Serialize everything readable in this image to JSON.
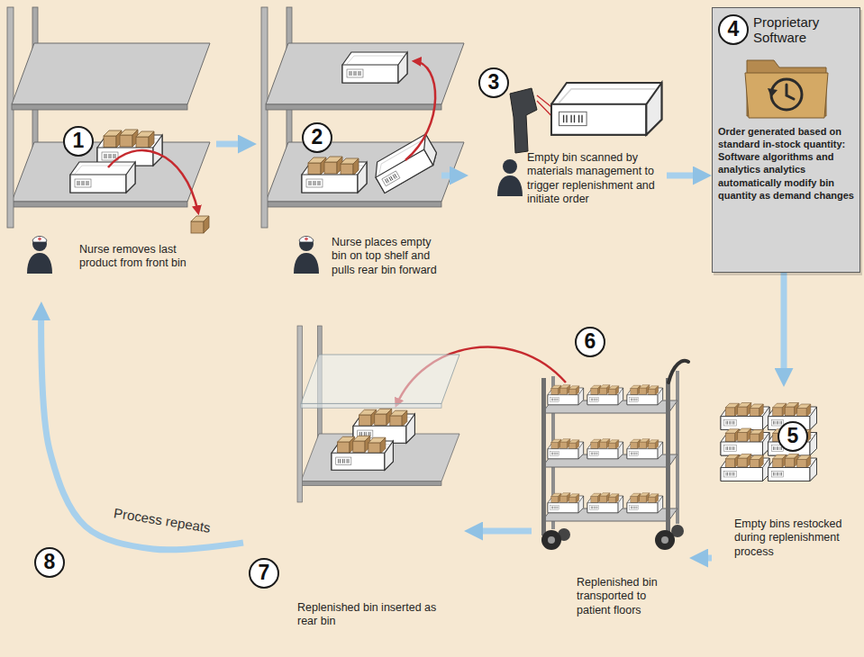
{
  "diagram": {
    "nodes": [
      {
        "text": [
          "1",
          "Nurse removes last product from front bin"
        ]
      },
      {
        "text": [
          "2",
          "Nurse places empty bin on top shelf and pulls rear bin forward"
        ]
      },
      {
        "text": [
          "3",
          "Empty bin scanned by materials management to trigger replenishment and initiate order"
        ]
      },
      {
        "text": [
          "4",
          "Proprietary Software",
          "Order generated based on standard in-stock quantity: Software algorithms and analytics analytics automatically modify bin quantity as demand changes"
        ]
      },
      {
        "text": [
          "5",
          "Empty bins restocked during replenishment process"
        ]
      },
      {
        "text": [
          "6",
          "Replenished bin transported to patient floors"
        ]
      },
      {
        "text": [
          "7",
          "Replenished bin inserted as rear bin"
        ]
      }
    ],
    "edges": [
      {
        "from": 0,
        "to": 1,
        "arrow": "to"
      },
      {
        "from": 1,
        "to": 2,
        "arrow": "to"
      },
      {
        "from": 2,
        "to": 3,
        "arrow": "to"
      },
      {
        "from": 3,
        "to": 4,
        "arrow": "to"
      },
      {
        "from": 4,
        "to": 5,
        "arrow": "to"
      },
      {
        "from": 5,
        "to": 6,
        "arrow": "to"
      },
      {
        "from": 6,
        "to": 0,
        "label": "Process repeats",
        "arrow": "to"
      }
    ],
    "labels": [
      "8"
    ]
  }
}
